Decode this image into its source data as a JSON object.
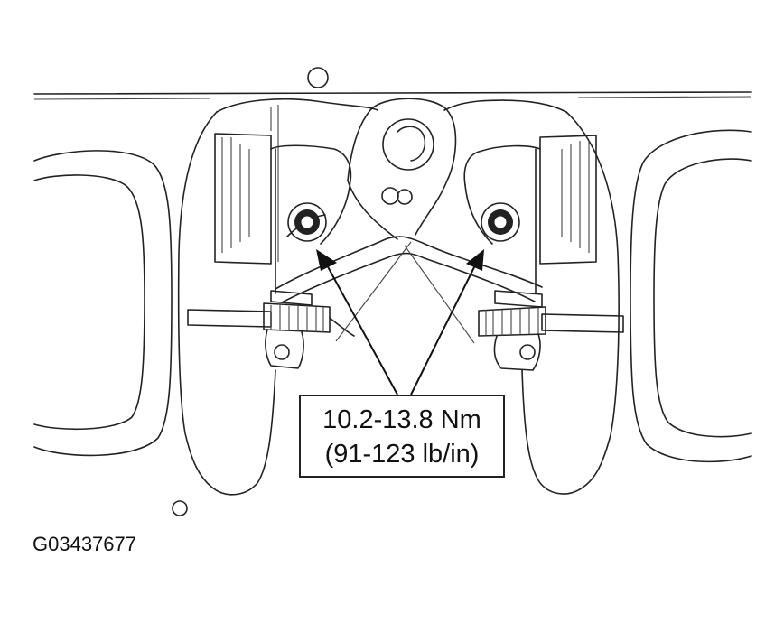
{
  "callout": {
    "torque_nm": "10.2-13.8 Nm",
    "torque_lbin": "(91-123 lb/in)"
  },
  "figure_id": "G03437677",
  "colors": {
    "ink": "#222222",
    "paper": "#ffffff"
  }
}
